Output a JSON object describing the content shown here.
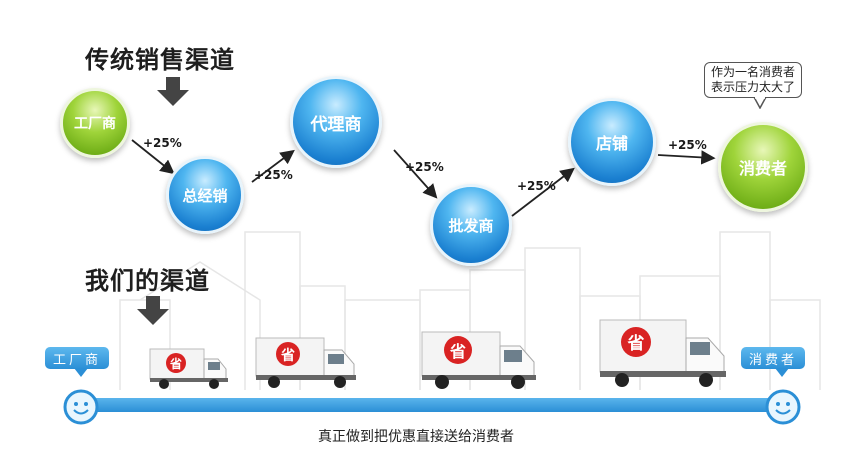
{
  "top_title": "传统销售渠道",
  "bottom_title": "我们的渠道",
  "traditional_nodes": {
    "factory": "工厂商",
    "distributor": "总经销",
    "agent": "代理商",
    "wholesaler": "批发商",
    "store": "店铺",
    "consumer": "消费者"
  },
  "markup_label": "+25%",
  "speech_bubble": {
    "line1": "作为一名消费者",
    "line2": "表示压力太大了"
  },
  "timeline": {
    "start_label": "工厂商",
    "end_label": "消费者",
    "caption": "真正做到把优惠直接送给消费者"
  },
  "truck_badge": "省",
  "colors": {
    "blue_node": "#1a7fd0",
    "green_node": "#6fae17",
    "timeline": "#2b8fd6",
    "badge_red": "#d92323"
  }
}
